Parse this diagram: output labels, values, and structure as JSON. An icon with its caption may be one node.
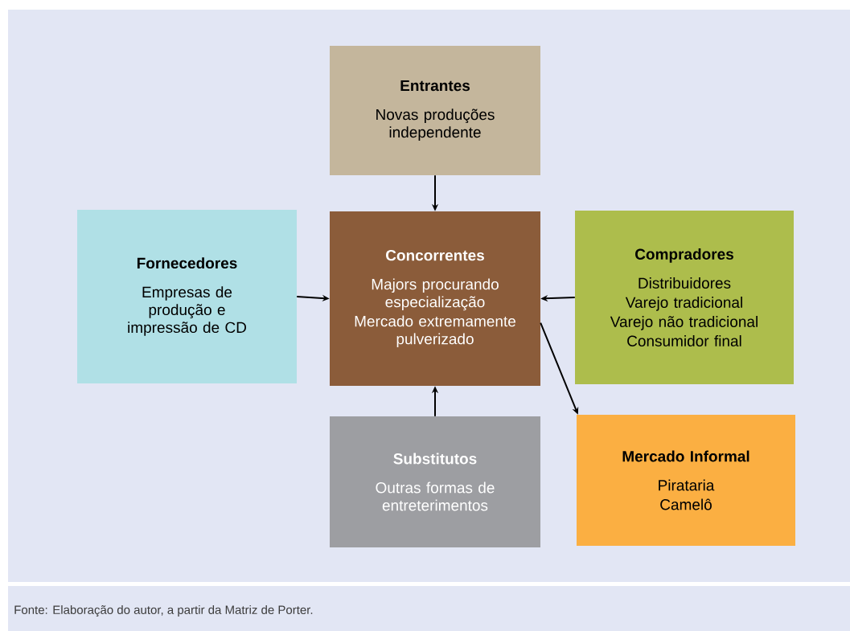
{
  "diagram": {
    "caption": "Fonte: Elaboração do autor, a partir da Matriz de Porter.",
    "nodes": [
      {
        "text": [
          "Entrantes",
          "Novas produções independente"
        ]
      },
      {
        "text": [
          "Fornecedores",
          "Empresas de produção e impressão de CD"
        ]
      },
      {
        "text": [
          "Concorrentes",
          "Majors procurando especialização",
          "Mercado extremamente pulverizado"
        ]
      },
      {
        "text": [
          "Compradores",
          "Distribuidores",
          "Varejo tradicional",
          "Varejo não tradicional",
          "Consumidor final"
        ]
      },
      {
        "text": [
          "Substitutos",
          "Outras formas de entreterimentos"
        ]
      },
      {
        "text": [
          "Mercado Informal",
          "Pirataria",
          "Camelô"
        ]
      }
    ],
    "edges": [
      {
        "from": 0,
        "to": 2,
        "arrow": "to"
      },
      {
        "from": 1,
        "to": 2,
        "arrow": "to"
      },
      {
        "from": 3,
        "to": 2,
        "arrow": "to"
      },
      {
        "from": 4,
        "to": 2,
        "arrow": "to"
      },
      {
        "from": 2,
        "to": 5,
        "arrow": "to"
      }
    ]
  }
}
